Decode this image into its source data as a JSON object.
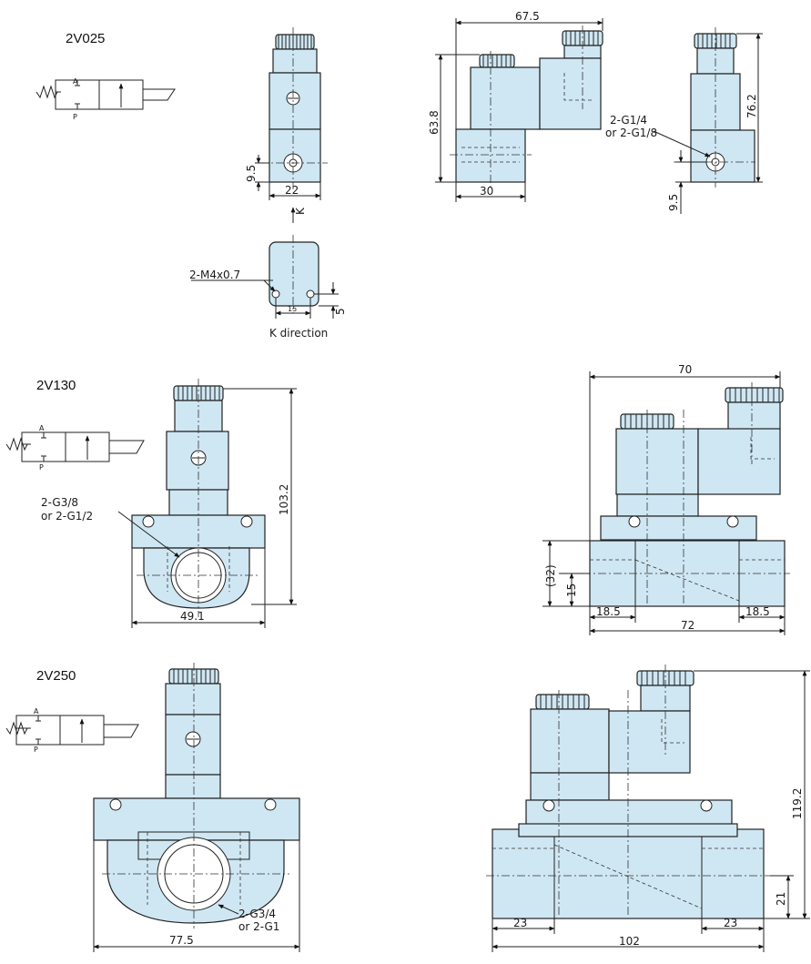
{
  "models": {
    "v025": {
      "title": "2V025",
      "symbol_a": "A",
      "symbol_p": "P",
      "dims": {
        "front_height": "9.5",
        "front_width": "22",
        "side_width": "67.5",
        "side_height": "63.8",
        "side_base": "30",
        "end_height": "76.2",
        "end_port": "9.5",
        "k_spacing": "15",
        "k_offset": "5"
      },
      "port_label_1": "2-G1/4",
      "port_label_2": "or 2-G1/8",
      "k_arrow_label": "K",
      "k_thread_label": "2-M4x0.7",
      "k_direction_label": "K direction"
    },
    "v130": {
      "title": "2V130",
      "symbol_a": "A",
      "symbol_p": "P",
      "port_label_1": "2-G3/8",
      "port_label_2": "or 2-G1/2",
      "dims": {
        "height": "103.2",
        "width": "49.1",
        "side_width": "70",
        "port_outer": "(32)",
        "port_center": "15",
        "left_port": "18.5",
        "base": "72",
        "right_port": "18.5"
      }
    },
    "v250": {
      "title": "2V250",
      "symbol_a": "A",
      "symbol_p": "P",
      "port_label_1": "2-G3/4",
      "port_label_2": "or 2-G1",
      "dims": {
        "width": "77.5",
        "height": "119.2",
        "port_center": "21",
        "left_port": "23",
        "base": "102",
        "right_port": "23"
      }
    }
  }
}
